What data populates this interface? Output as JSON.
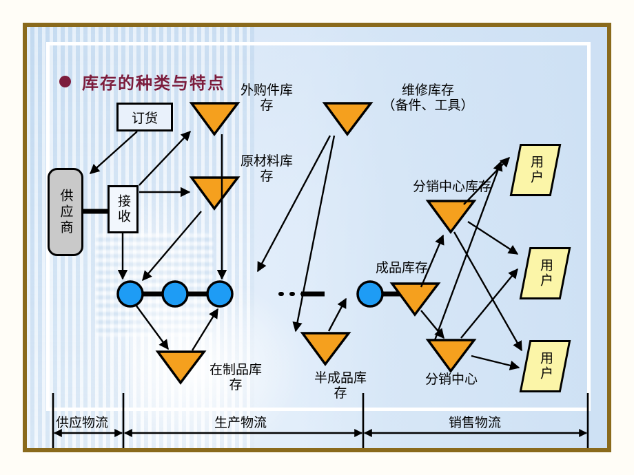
{
  "slide": {
    "title": "库存的种类与特点",
    "bullet_color": "#7c1c3c",
    "frame_color": "#8a6a1c",
    "background_color": "#d8e7f8"
  },
  "diagram": {
    "type": "supply-chain-inventory-flow",
    "boxes": [
      {
        "id": "order",
        "label": "订货",
        "shape": "rectangle",
        "fill": "#e9f1fb"
      },
      {
        "id": "supplier",
        "label": "供应商",
        "shape": "rounded-rectangle",
        "fill": "#c9c9c9"
      },
      {
        "id": "receive",
        "label": "接收",
        "shape": "rectangle",
        "fill": "#f2f7fd"
      }
    ],
    "inventory_triangles": [
      {
        "id": "purchased-parts",
        "label": "外购件库\n存"
      },
      {
        "id": "raw-material",
        "label": "原材料库\n存"
      },
      {
        "id": "maintenance",
        "label": "维修库存\n（备件、工具）"
      },
      {
        "id": "wip",
        "label": "在制品库\n存"
      },
      {
        "id": "semi-finished",
        "label": "半成品库\n存"
      },
      {
        "id": "finished-goods",
        "label": "成品库存"
      },
      {
        "id": "dc-inventory",
        "label": "分销中心库存"
      },
      {
        "id": "dc",
        "label": "分销中心"
      }
    ],
    "customers": [
      {
        "id": "user-1",
        "label": "用户"
      },
      {
        "id": "user-2",
        "label": "用户"
      },
      {
        "id": "user-3",
        "label": "用户"
      }
    ],
    "node_color": "#1e9cf5",
    "triangle_fill": "#f5a01e",
    "customer_fill": "#fbf5a8",
    "axis_segments": [
      {
        "id": "supply-logistics",
        "label": "供应物流"
      },
      {
        "id": "production-logistics",
        "label": "生产物流"
      },
      {
        "id": "sales-logistics",
        "label": "销售物流"
      }
    ]
  }
}
